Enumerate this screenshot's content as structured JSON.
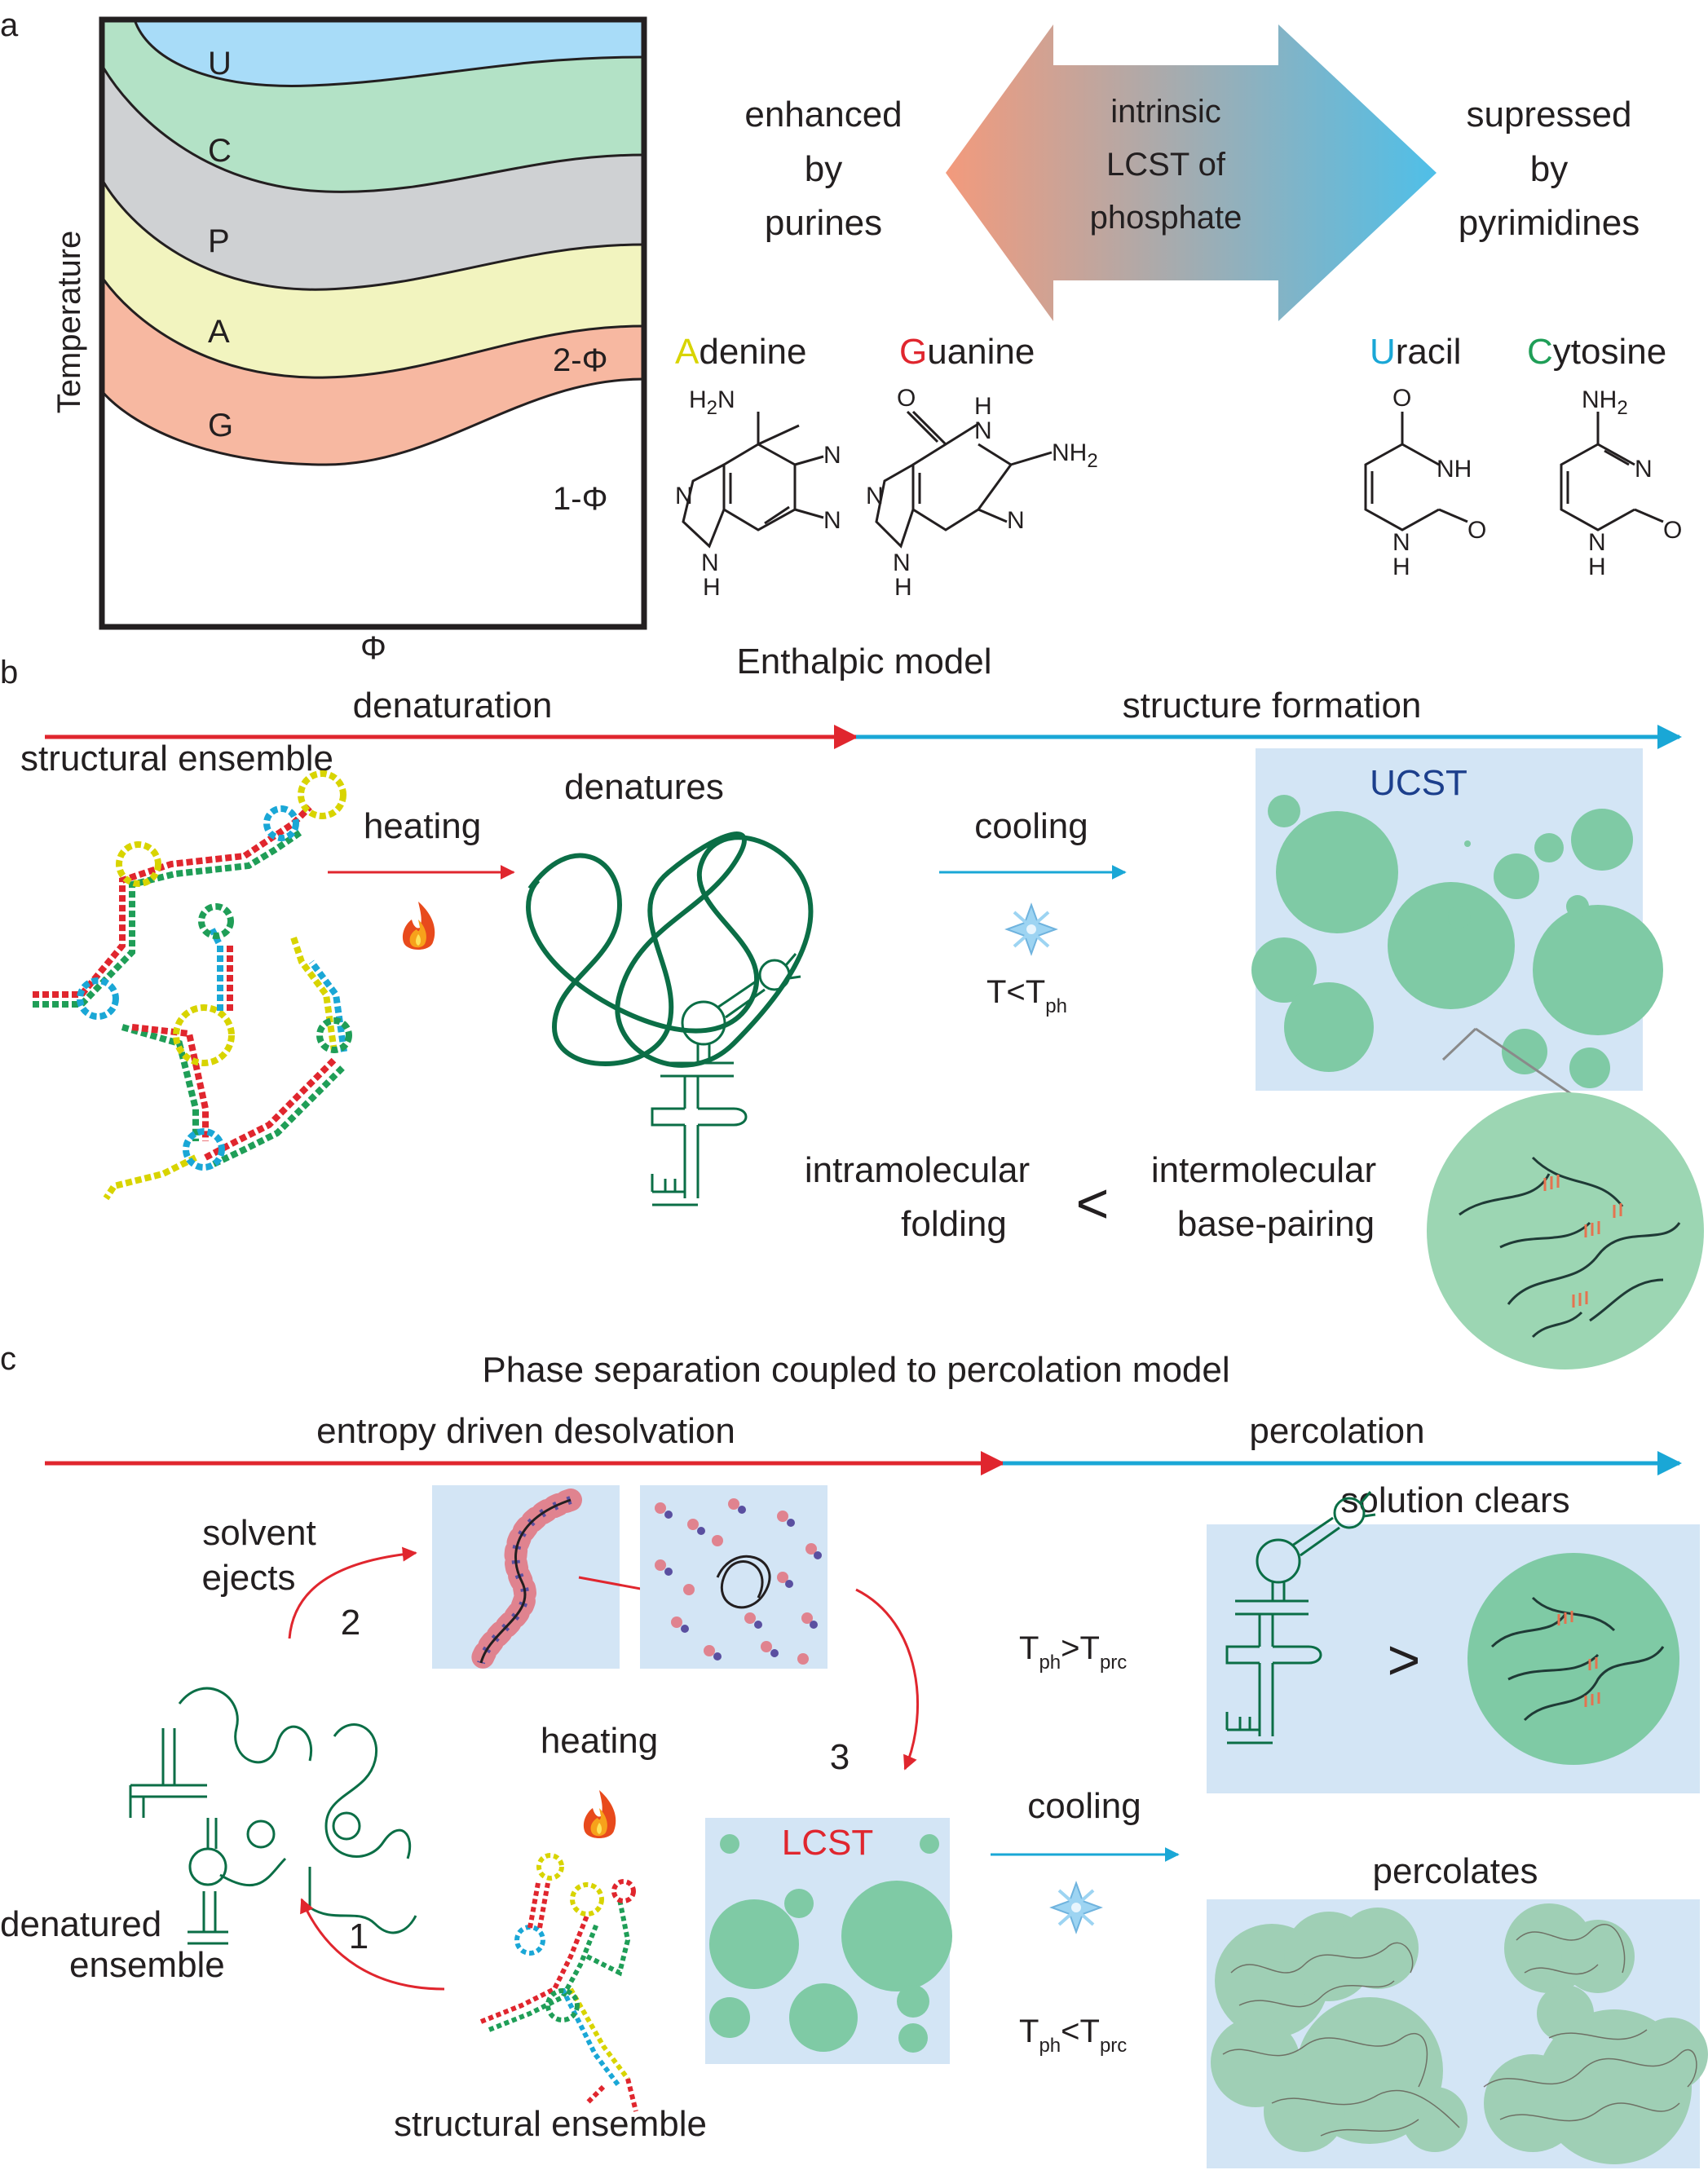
{
  "panels": {
    "a": {
      "label": "a",
      "y_axis": "Temperature",
      "x_axis": "Φ",
      "band_labels": [
        "U",
        "C",
        "P",
        "A",
        "G"
      ],
      "two_phase": "2-Φ",
      "one_phase": "1-Φ",
      "arrow_center": [
        "intrinsic",
        "LCST of",
        "phosphate"
      ],
      "left_text": [
        "enhanced",
        "by",
        "purines"
      ],
      "right_text": [
        "supressed",
        "by",
        "pyrimidines"
      ],
      "bases": [
        {
          "initial": "A",
          "rest": "denine",
          "color": "#d8d400"
        },
        {
          "initial": "G",
          "rest": "uanine",
          "color": "#e0262e"
        },
        {
          "initial": "U",
          "rest": "racil",
          "color": "#1aa7d6"
        },
        {
          "initial": "C",
          "rest": "ytosine",
          "color": "#1f9e57"
        }
      ],
      "atoms": {
        "h2n": "H2N",
        "nh2": "NH2",
        "n": "N",
        "nh": "NH",
        "h": "H",
        "o": "O"
      }
    },
    "b": {
      "label": "b",
      "title": "Enthalpic model",
      "arrow_left": "denaturation",
      "arrow_right": "structure formation",
      "structural_ensemble": "structural ensemble",
      "heating": "heating",
      "denatures": "denatures",
      "cooling": "cooling",
      "temp_condition": "T<T",
      "temp_sub": "ph",
      "ucst": "UCST",
      "intramolecular": [
        "intramolecular",
        "folding"
      ],
      "less_than": "<",
      "intermolecular": [
        "intermolecular",
        "base-pairing"
      ]
    },
    "c": {
      "label": "c",
      "title": "Phase separation coupled to percolation model",
      "arrow_left": "entropy driven desolvation",
      "arrow_right": "percolation",
      "solvent_ejects": [
        "solvent",
        "ejects"
      ],
      "step_1": "1",
      "step_2": "2",
      "step_3": "3",
      "denatured_ensemble": [
        "denatured",
        "ensemble"
      ],
      "heating": "heating",
      "structural_ensemble": "structural ensemble",
      "lcst": "LCST",
      "cooling": "cooling",
      "cond_gt": {
        "t1": "T",
        "s1": "ph",
        "op": ">T",
        "s2": "prc"
      },
      "cond_lt": {
        "t1": "T",
        "s1": "ph",
        "op": "<T",
        "s2": "prc"
      },
      "solution_clears": "solution clears",
      "greater_than": ">",
      "percolates": "percolates"
    }
  },
  "colors": {
    "uracil_band": "#a8dcf8",
    "cytosine_band": "#b3e2c6",
    "phosphate_band": "#cfd1d3",
    "adenine_band": "#f2f4bf",
    "guanine_band": "#f7b8a1",
    "red_arrow": "#e0262e",
    "blue_arrow": "#1aa7d6",
    "droplet": "#7fcaa5",
    "box_bg": "#d3e5f5",
    "rna_green": "#0b6e46",
    "ucst_text": "#1c3f8c",
    "lcst_text": "#e0262e"
  }
}
